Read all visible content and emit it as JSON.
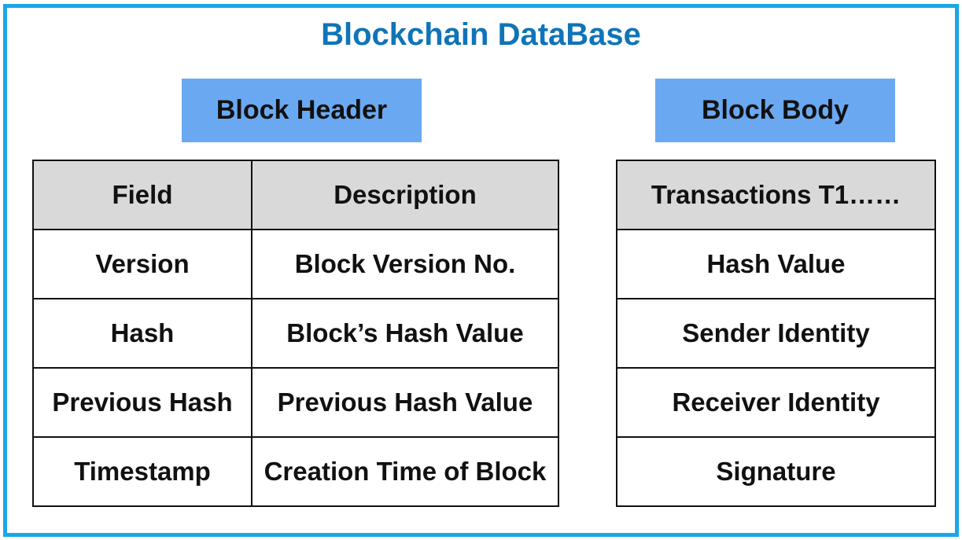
{
  "title": "Blockchain DataBase",
  "colors": {
    "frame_border": "#1aa7e6",
    "title_text": "#0f74b8",
    "section_fill": "#6aa9f2",
    "table_header_fill": "#d9d9d9"
  },
  "block_header": {
    "label": "Block Header",
    "columns": [
      "Field",
      "Description"
    ],
    "rows": [
      [
        "Version",
        "Block Version No."
      ],
      [
        "Hash",
        "Block’s Hash Value"
      ],
      [
        "Previous Hash",
        "Previous Hash Value"
      ],
      [
        "Timestamp",
        "Creation Time of Block"
      ]
    ]
  },
  "block_body": {
    "label": "Block Body",
    "column": "Transactions T1……",
    "rows": [
      "Hash Value",
      "Sender Identity",
      "Receiver Identity",
      "Signature"
    ]
  }
}
